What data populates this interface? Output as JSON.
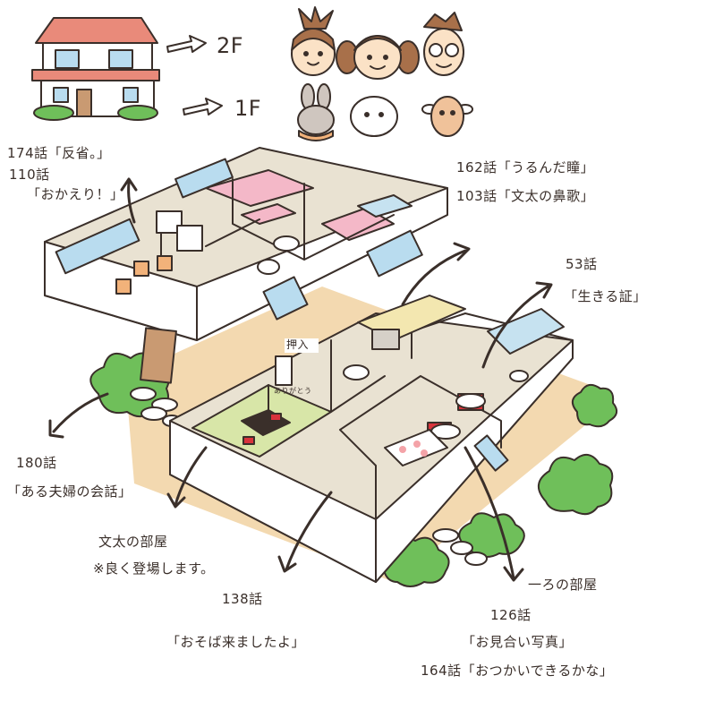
{
  "legend": {
    "floor2_label": "2F",
    "floor1_label": "1F"
  },
  "annotations": {
    "a1_line1": "174話「反省。」",
    "a1_line2": "110話",
    "a1_line3": "「おかえり！」",
    "a2_line1": "162話「うるんだ瞳」",
    "a2_line2": "103話「文太の鼻歌」",
    "a3_line1": "53話",
    "a3_line2": "「生きる証」",
    "a4_line1": "180話",
    "a4_line2": "「ある夫婦の会話」",
    "a5_line1": "文太の部屋",
    "a5_line2": "※良く登場します。",
    "a6_line1": "138話",
    "a6_line2": "「おそば来ましたよ」",
    "a7_line1": "一ろの部屋",
    "a7_line2": "126話",
    "a7_line3": "「お見合い写真」",
    "a7_line4": "164話「おつかいできるかな」"
  },
  "signs": {
    "closet": "押入",
    "scroll": "ありがとう"
  },
  "colors": {
    "outline": "#3a2f2a",
    "wall": "#ffffff",
    "floor_wood": "#e9e2d2",
    "tatami": "#d8e6a8",
    "ground": "#f3d9b0",
    "bush": "#6fbf5a",
    "window": "#b9dcef",
    "pink": "#f4b8c8",
    "roof": "#e98a7a",
    "chair_orange": "#f2b27a",
    "chair_red": "#d9333c",
    "door_brown": "#c99a72",
    "tub_blue": "#c6e2f0"
  }
}
